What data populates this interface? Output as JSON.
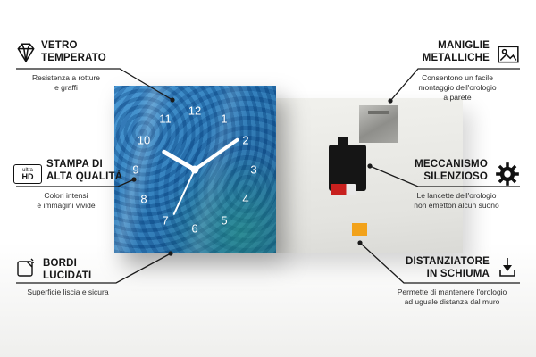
{
  "features": [
    {
      "title": "VETRO\nTEMPERATO",
      "subtitle": "Resistenza a rotture\ne graffi",
      "icon": "diamond-icon"
    },
    {
      "title": "STAMPA DI\nALTA QUALITÀ",
      "subtitle": "Colori intensi\ne immagini vivide",
      "icon": "ultra-hd-icon"
    },
    {
      "title": "BORDI\nLUCIDATI",
      "subtitle": "Superficie liscia e sicura",
      "icon": "polished-edge-icon"
    },
    {
      "title": "MANIGLIE\nMETALLICHE",
      "subtitle": "Consentono un facile\nmontaggio dell'orologio\na parete",
      "icon": "picture-frame-icon"
    },
    {
      "title": "MECCANISMO\nSILENZIOSO",
      "subtitle": "Le lancette dell'orologio\nnon emetton alcun suono",
      "icon": "gear-icon"
    },
    {
      "title": "DISTANZIATORE\nIN SCHIUMA",
      "subtitle": "Permette di mantenere l'orologio\nad uguale distanza dal muro",
      "icon": "down-arrow-icon"
    }
  ],
  "hd_icon": {
    "top": "ultra",
    "bottom": "HD"
  },
  "clock": {
    "numerals": [
      "12",
      "1",
      "2",
      "3",
      "4",
      "5",
      "6",
      "7",
      "8",
      "9",
      "10",
      "11"
    ]
  },
  "colors": {
    "clock_blue": "#2176b8",
    "foam_orange": "#f2a21a",
    "battery_red": "#c8201e",
    "line_black": "#1a1a1a"
  }
}
